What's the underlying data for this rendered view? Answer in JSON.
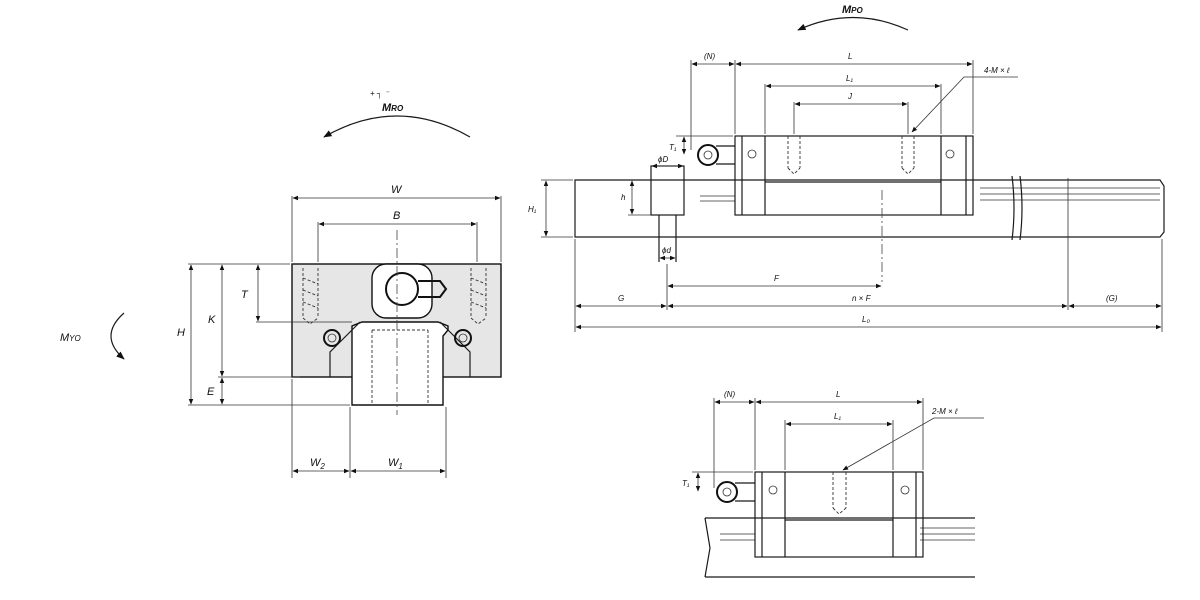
{
  "front_view": {
    "moment_top": "M",
    "moment_top_sub": "RO",
    "moment_top_note": "+ ┐ ⁻",
    "moment_left": "M",
    "moment_left_sub": "YO",
    "dim_W": "W",
    "dim_B": "B",
    "dim_T": "T",
    "dim_K": "K",
    "dim_H": "H",
    "dim_E": "E",
    "dim_W2": "W",
    "dim_W2_sub": "2",
    "dim_W1": "W",
    "dim_W1_sub": "1"
  },
  "side_view": {
    "moment": "M",
    "moment_sub": "PO",
    "dim_N": "(N)",
    "dim_L": "L",
    "dim_L1": "L₁",
    "dim_J": "J",
    "callout": "4-M × ℓ",
    "dim_T1": "T₁",
    "dim_phiD": "ϕD",
    "dim_h": "h",
    "dim_H1": "H₁",
    "dim_phid": "ϕd",
    "dim_F": "F",
    "dim_G": "G",
    "dim_nF": "n × F",
    "dim_G_paren": "(G)",
    "dim_L0": "L₀"
  },
  "short_view": {
    "dim_N": "(N)",
    "dim_L": "L",
    "dim_L1": "L₁",
    "callout": "2-M × ℓ",
    "dim_T1": "T₁"
  }
}
